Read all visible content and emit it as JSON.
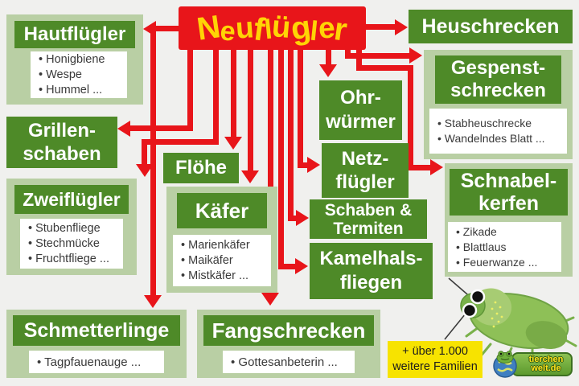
{
  "title": "Neuflügler",
  "colors": {
    "red": "#e8151a",
    "yellow": "#ffd405",
    "box_green": "#4e8a28",
    "container_green": "#b9cfa4",
    "background": "#f0f0ee",
    "note_yellow": "#f7e300",
    "list_text": "#3a3a3a"
  },
  "nodes": {
    "haut": {
      "label": "Hautflügler",
      "items": [
        "Honigbiene",
        "Wespe",
        "Hummel ..."
      ]
    },
    "heusch": {
      "label": "Heuschrecken"
    },
    "gespenst": {
      "label": [
        "Gespenst-",
        "schrecken"
      ],
      "items": [
        "Stabheuschrecke",
        "Wandelndes Blatt ..."
      ]
    },
    "grillen": {
      "label": [
        "Grillen-",
        "schaben"
      ]
    },
    "ohr": {
      "label": [
        "Ohr-",
        "würmer"
      ]
    },
    "netz": {
      "label": [
        "Netz-",
        "flügler"
      ]
    },
    "floehe": {
      "label": "Flöhe"
    },
    "zwei": {
      "label": "Zweiflügler",
      "items": [
        "Stubenfliege",
        "Stechmücke",
        "Fruchtfliege ..."
      ]
    },
    "kaefer": {
      "label": "Käfer",
      "items": [
        "Marienkäfer",
        "Maikäfer",
        "Mistkäfer ..."
      ]
    },
    "schaben": {
      "label": [
        "Schaben &",
        "Termiten"
      ]
    },
    "schnabel": {
      "label": [
        "Schnabel-",
        "kerfen"
      ],
      "items": [
        "Zikade",
        "Blattlaus",
        "Feuerwanze ..."
      ]
    },
    "kamel": {
      "label": [
        "Kamelhals-",
        "fliegen"
      ]
    },
    "schmett": {
      "label": "Schmetterlinge",
      "items": [
        "Tagpfauenauge ..."
      ]
    },
    "fang": {
      "label": "Fangschrecken",
      "items": [
        "Gottesanbeterin ..."
      ]
    }
  },
  "note": {
    "line1": "+ über 1.000",
    "line2": "weitere Familien"
  },
  "logo": {
    "line1": "tierchen",
    "line2": "welt.de"
  }
}
